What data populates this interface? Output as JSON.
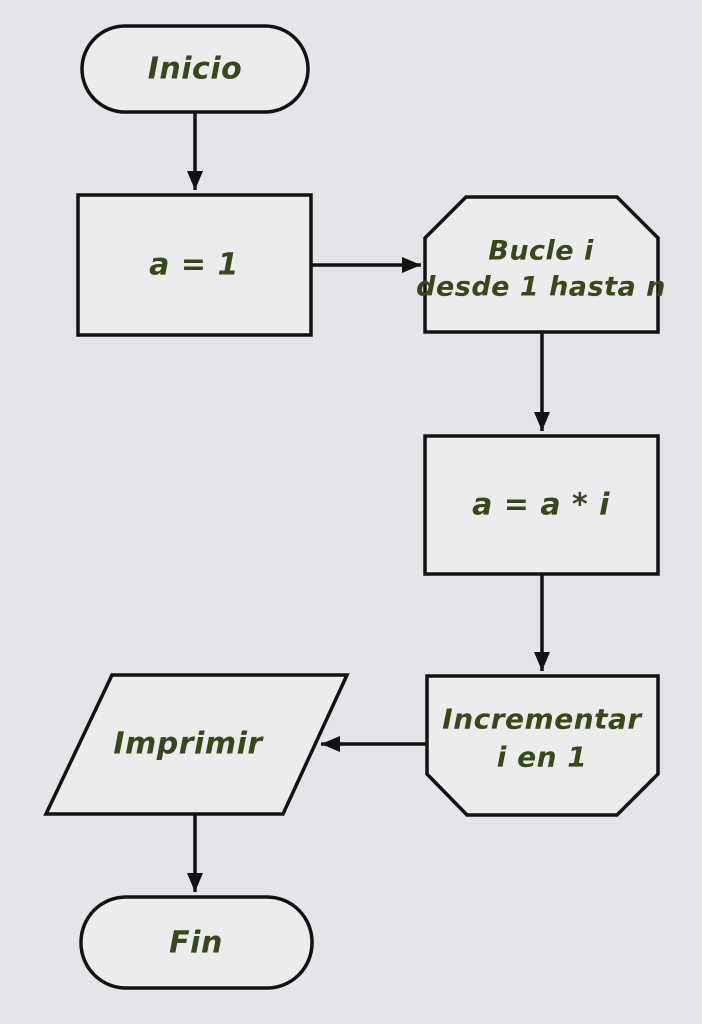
{
  "colors": {
    "background": "#e1e7e8",
    "shape_fill": "#e9edec",
    "line": "#121212",
    "text": "#35491d"
  },
  "diagram": {
    "type": "flowchart",
    "language": "es",
    "nodes": {
      "start": {
        "shape": "stadium",
        "label": "Inicio"
      },
      "init": {
        "shape": "process",
        "label": "a = 1"
      },
      "loop_start": {
        "shape": "loop-start",
        "label_line1": "Bucle i",
        "label_line2": "desde 1 hasta n"
      },
      "multiply": {
        "shape": "process",
        "label": "a = a * i"
      },
      "increment": {
        "shape": "loop-end",
        "label_line1": "Incrementar",
        "label_line2": "i en 1"
      },
      "print": {
        "shape": "input-output",
        "label": "Imprimir"
      },
      "end": {
        "shape": "stadium",
        "label": "Fin"
      }
    },
    "edges": [
      {
        "from": "start",
        "to": "init",
        "direction": "down"
      },
      {
        "from": "init",
        "to": "loop_start",
        "direction": "right"
      },
      {
        "from": "loop_start",
        "to": "multiply",
        "direction": "down"
      },
      {
        "from": "multiply",
        "to": "increment",
        "direction": "down"
      },
      {
        "from": "increment",
        "to": "print",
        "direction": "left"
      },
      {
        "from": "print",
        "to": "end",
        "direction": "down"
      }
    ]
  }
}
